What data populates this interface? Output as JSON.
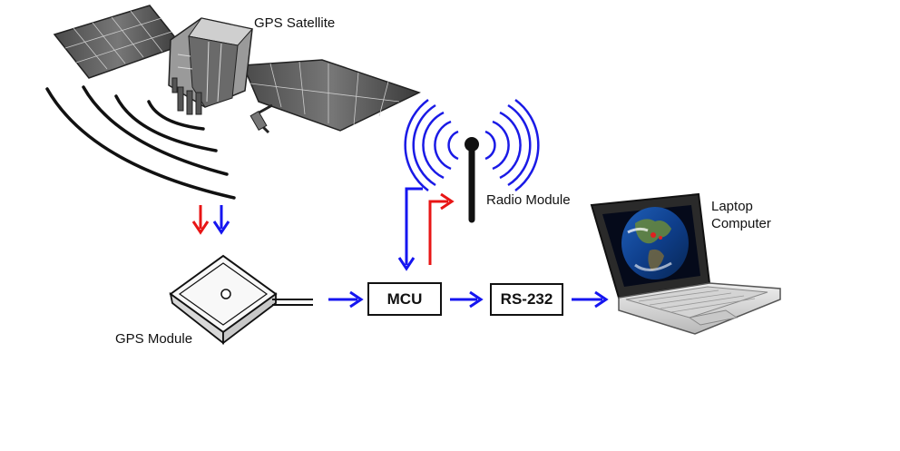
{
  "labels": {
    "gps_satellite": "GPS Satellite",
    "radio_module": "Radio Module",
    "laptop_line1": "Laptop",
    "laptop_line2": "Computer",
    "gps_module": "GPS Module"
  },
  "boxes": {
    "mcu": "MCU",
    "rs232": "RS-232"
  },
  "colors": {
    "blue_arrow": "#1515f0",
    "red_arrow": "#e81515",
    "radio_waves": "#1a1ae6",
    "box_border": "#111111"
  },
  "icons": {
    "satellite": "gps-satellite-icon",
    "signal_waves": "signal-waves-icon",
    "gps_module": "gps-antenna-module-icon",
    "radio": "radio-antenna-icon",
    "laptop": "laptop-computer-icon"
  }
}
